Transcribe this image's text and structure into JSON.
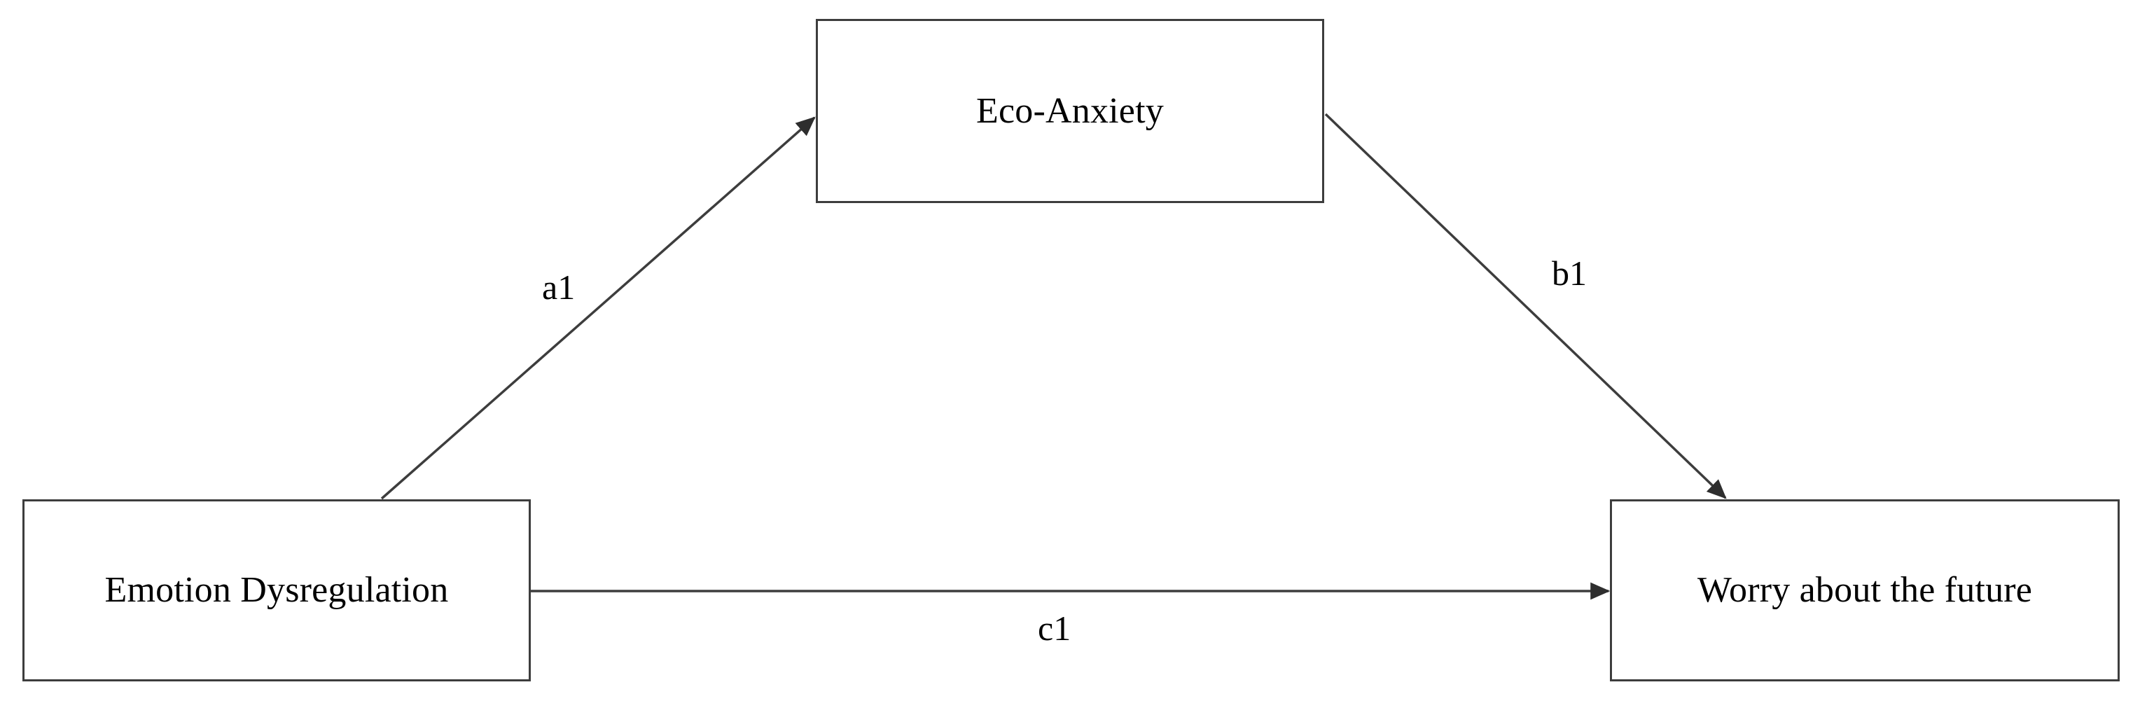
{
  "diagram": {
    "type": "mediation-path-model",
    "background_color": "#ffffff",
    "line_color": "#3d3d3d",
    "text_color": "#000000",
    "nodes": [
      {
        "id": "eco",
        "label": "Eco-Anxiety",
        "role": "mediator"
      },
      {
        "id": "emotion",
        "label": "Emotion Dysregulation",
        "role": "predictor"
      },
      {
        "id": "worry",
        "label": "Worry about the future",
        "role": "outcome"
      }
    ],
    "edges": [
      {
        "id": "a1",
        "label": "a1",
        "from": "Emotion Dysregulation",
        "to": "Eco-Anxiety"
      },
      {
        "id": "b1",
        "label": "b1",
        "from": "Eco-Anxiety",
        "to": "Worry about the future"
      },
      {
        "id": "c1",
        "label": "c1",
        "from": "Emotion Dysregulation",
        "to": "Worry about the future"
      }
    ]
  }
}
